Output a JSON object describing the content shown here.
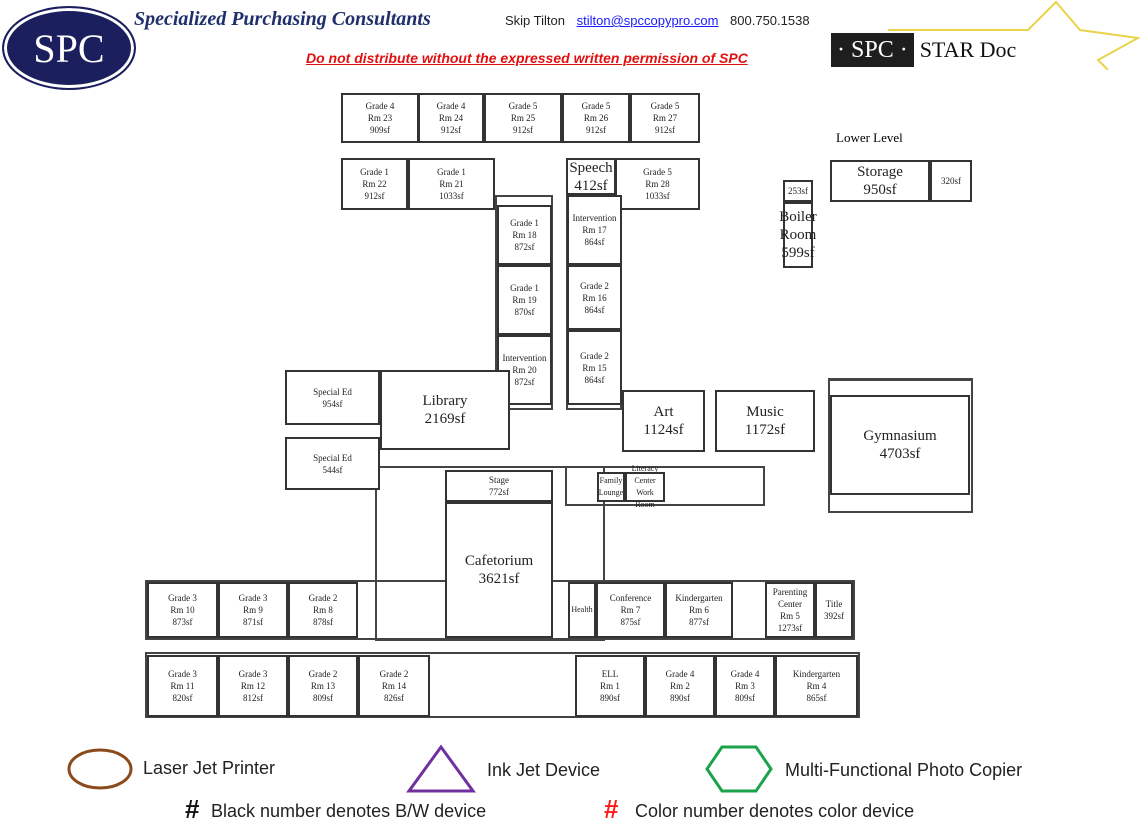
{
  "header": {
    "logo_text": "SPC",
    "company": "Specialized Purchasing Consultants",
    "contact_name": "Skip Tilton",
    "contact_email": "stilton@spccopypro.com",
    "contact_phone": "800.750.1538",
    "warning": "Do not distribute without the expressed written permission of SPC",
    "stardoc_left": "· SPC ·",
    "stardoc_right": "STAR Doc",
    "warning_color": "#e01010"
  },
  "lower_level_label": "Lower Level",
  "rooms": [
    {
      "l1": "Grade 4",
      "l2": "Rm 23",
      "l3": "909sf"
    },
    {
      "l1": "Grade 4",
      "l2": "Rm 24",
      "l3": "912sf"
    },
    {
      "l1": "Grade 5",
      "l2": "Rm 25",
      "l3": "912sf"
    },
    {
      "l1": "Grade 5",
      "l2": "Rm 26",
      "l3": "912sf"
    },
    {
      "l1": "Grade 5",
      "l2": "Rm 27",
      "l3": "912sf"
    },
    {
      "l1": "Grade 1",
      "l2": "Rm 22",
      "l3": "912sf"
    },
    {
      "l1": "Grade 1",
      "l2": "Rm 21",
      "l3": "1033sf"
    },
    {
      "l1": "Speech",
      "l2": "412sf",
      "l3": ""
    },
    {
      "l1": "Grade 5",
      "l2": "Rm 28",
      "l3": "1033sf"
    },
    {
      "l1": "Grade 1",
      "l2": "Rm 18",
      "l3": "872sf"
    },
    {
      "l1": "Grade 1",
      "l2": "Rm 19",
      "l3": "870sf"
    },
    {
      "l1": "Intervention",
      "l2": "Rm 20",
      "l3": "872sf"
    },
    {
      "l1": "Intervention",
      "l2": "Rm 17",
      "l3": "864sf"
    },
    {
      "l1": "Grade 2",
      "l2": "Rm 16",
      "l3": "864sf"
    },
    {
      "l1": "Grade 2",
      "l2": "Rm 15",
      "l3": "864sf"
    },
    {
      "l1": "Special Ed",
      "l2": "954sf",
      "l3": ""
    },
    {
      "l1": "Library",
      "l2": "2169sf",
      "l3": ""
    },
    {
      "l1": "Special Ed",
      "l2": "544sf",
      "l3": ""
    },
    {
      "l1": "Art",
      "l2": "1124sf",
      "l3": ""
    },
    {
      "l1": "Music",
      "l2": "1172sf",
      "l3": ""
    },
    {
      "l1": "Gymnasium",
      "l2": "4703sf",
      "l3": ""
    },
    {
      "l1": "Stage",
      "l2": "772sf",
      "l3": ""
    },
    {
      "l1": "Cafetorium",
      "l2": "3621sf",
      "l3": ""
    },
    {
      "l1": "Grade 3",
      "l2": "Rm 10",
      "l3": "873sf"
    },
    {
      "l1": "Grade 3",
      "l2": "Rm 9",
      "l3": "871sf"
    },
    {
      "l1": "Grade 2",
      "l2": "Rm 8",
      "l3": "878sf"
    },
    {
      "l1": "Conference",
      "l2": "Rm 7",
      "l3": "875sf"
    },
    {
      "l1": "Kindergarten",
      "l2": "Rm 6",
      "l3": "877sf"
    },
    {
      "l1": "Parenting Center",
      "l2": "Rm 5",
      "l3": "1273sf"
    },
    {
      "l1": "Title",
      "l2": "392sf",
      "l3": ""
    },
    {
      "l1": "Grade 3",
      "l2": "Rm 11",
      "l3": "820sf"
    },
    {
      "l1": "Grade 3",
      "l2": "Rm 12",
      "l3": "812sf"
    },
    {
      "l1": "Grade 2",
      "l2": "Rm 13",
      "l3": "809sf"
    },
    {
      "l1": "Grade 2",
      "l2": "Rm 14",
      "l3": "826sf"
    },
    {
      "l1": "ELL",
      "l2": "Rm 1",
      "l3": "890sf"
    },
    {
      "l1": "Grade 4",
      "l2": "Rm 2",
      "l3": "890sf"
    },
    {
      "l1": "Grade 4",
      "l2": "Rm 3",
      "l3": "809sf"
    },
    {
      "l1": "Kindergarten",
      "l2": "Rm 4",
      "l3": "865sf"
    },
    {
      "l1": "Storage",
      "l2": "950sf",
      "l3": ""
    },
    {
      "l1": "253sf",
      "l2": "",
      "l3": ""
    },
    {
      "l1": "320sf",
      "l2": "",
      "l3": ""
    },
    {
      "l1": "Boiler Room",
      "l2": "599sf",
      "l3": ""
    },
    {
      "l1": "Family Lounge",
      "l2": "",
      "l3": ""
    },
    {
      "l1": "Literacy Center Work Room",
      "l2": "",
      "l3": ""
    },
    {
      "l1": "Health",
      "l2": "",
      "l3": ""
    }
  ],
  "legend": {
    "laser": "Laser Jet Printer",
    "inkjet": "Ink Jet Device",
    "mfp": "Multi-Functional Photo Copier",
    "bw_symbol": "#",
    "bw": "Black number denotes B/W device",
    "color_symbol": "#",
    "color": "Color number denotes color device",
    "laser_color": "#8b4a1c",
    "inkjet_color": "#7030a0",
    "mfp_color": "#1aa34a",
    "color_number_color": "#ff1a1a"
  }
}
